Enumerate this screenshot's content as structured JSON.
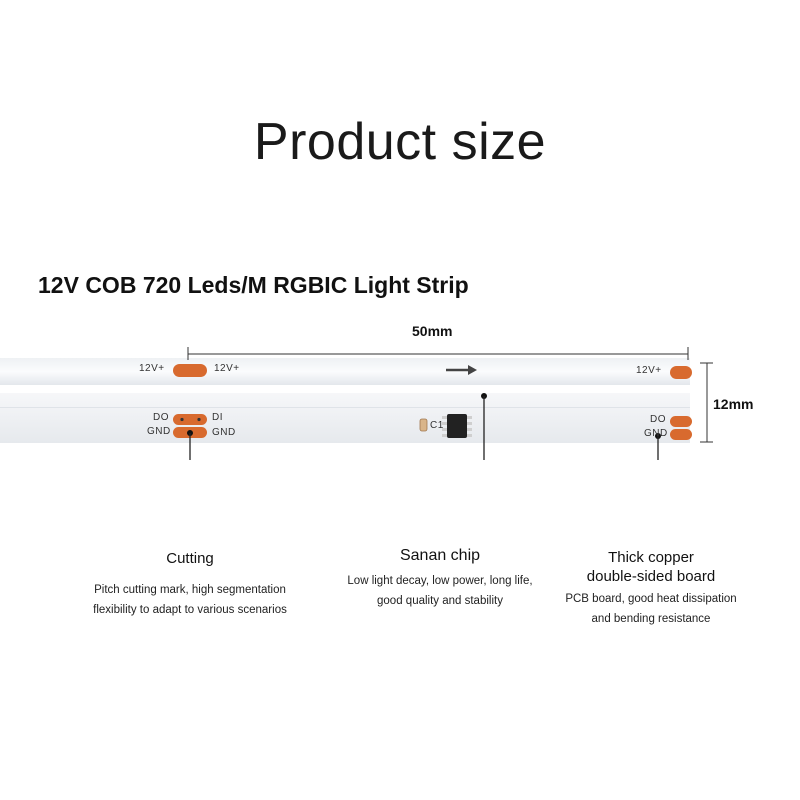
{
  "title": "Product size",
  "subtitle": "12V COB 720 Leds/M RGBIC Light Strip",
  "dimensions": {
    "length": "50mm",
    "width": "12mm"
  },
  "strip_labels": {
    "v12_left": "12V+",
    "v12_mid": "12V+",
    "v12_right": "12V+",
    "do_left": "DO",
    "di_left": "DI",
    "gnd_left": "GND",
    "gnd_left2": "GND",
    "do_right": "DO",
    "gnd_right": "GND",
    "c1": "C1"
  },
  "features": [
    {
      "title": "Cutting",
      "desc": [
        "Pitch cutting mark, high segmentation",
        "flexibility to adapt to various scenarios"
      ]
    },
    {
      "title": "Sanan chip",
      "desc": [
        "Low light decay, low power, long life,",
        "good quality and stability"
      ]
    },
    {
      "title": [
        "Thick copper",
        "double-sided board"
      ],
      "desc": [
        "PCB board, good heat dissipation",
        "and bending resistance"
      ]
    }
  ],
  "colors": {
    "pad": "#d86a2e",
    "strip_top": "#f4f6f8",
    "strip_bottom": "#eceef1"
  }
}
